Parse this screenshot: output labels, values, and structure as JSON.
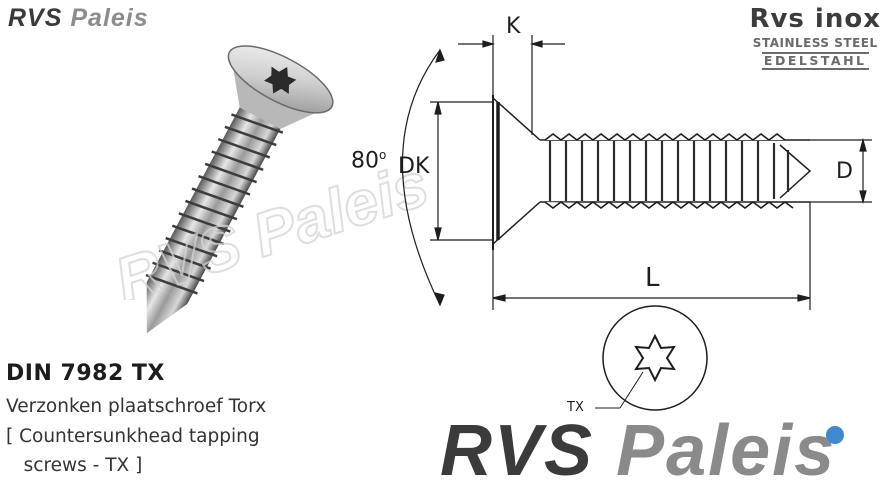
{
  "brand": {
    "small_logo_r": "RVS",
    "small_logo_p": "Paleis",
    "big_logo_r": "RVS",
    "big_logo_p": "Paleis",
    "dot_color": "#3e8ad1"
  },
  "inox": {
    "line1": "Rvs inox",
    "line2": "STAINLESS STEEL",
    "line3": "EDELSTAHL"
  },
  "product": {
    "code": "DIN 7982 TX",
    "name_nl": "Verzonken plaatschroef Torx",
    "name_en_1": "[ Countersunkhead tapping",
    "name_en_2": "   screws - TX ]"
  },
  "drawing": {
    "k_label": "K",
    "angle_label": "80",
    "angle_unit": "o",
    "dk_label": "DK",
    "d_label": "D",
    "l_label": "L",
    "tx_label": "TX"
  }
}
